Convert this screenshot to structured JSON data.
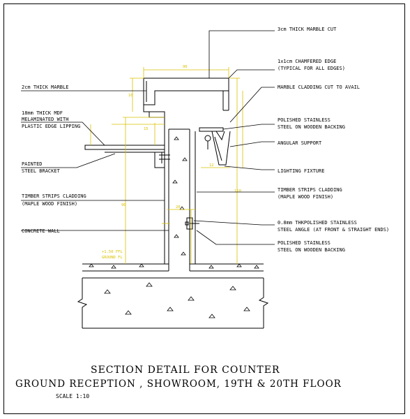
{
  "labels": {
    "marble_cut": "3cm THICK MARBLE CUT",
    "chamfered_1": "1x1cm CHAMFERED EDGE",
    "chamfered_2": "(TYPICAL FOR ALL EDGES)",
    "marble_2cm": "2cm THICK MARBLE",
    "marble_cladding": "MARBLE CLADDING CUT TO AVAIL",
    "mdf_1": "18mm THICK MDF",
    "mdf_2": "MELAMINATED WITH",
    "mdf_3": "PLASTIC EDGE LIPPING",
    "ss_backing_top_1": "POLISHED STAINLESS",
    "ss_backing_top_2": "STEEL ON WOODEN BACKING",
    "angular_support": "ANGULAR SUPPORT",
    "bracket_1": "PAINTED",
    "bracket_2": "STEEL BRACKET",
    "lighting": "LIGHTING FIXTURE",
    "timber_left_1": "TIMBER STRIPS CLADDING",
    "timber_left_2": "(MAPLE WOOD FINISH)",
    "timber_right_1": "TIMBER STRIPS CLADDING",
    "timber_right_2": "(MAPLE WOOD FINISH)",
    "concrete": "CONCRETE WALL",
    "ss_angle_1": "0.8mm THKPOLISHED STAINLESS",
    "ss_angle_2": "STEEL ANGLE (AT FRONT & STRAIGHT ENDS)",
    "ss_backing_bot_1": "POLISHED  STAINLESS",
    "ss_backing_bot_2": "STEEL ON WOODEN BACKING",
    "ffl_1": "+1.50 FFL",
    "ffl_2": "GROUND FL"
  },
  "title": {
    "line1": "SECTION DETAIL FOR  COUNTER",
    "line2": "GROUND RECEPTION , SHOWROOM, 19TH & 20TH FLOOR",
    "scale": "SCALE 1:10"
  },
  "colors": {
    "line": "#000000",
    "dimension": "#d9c000",
    "background": "#ffffff"
  }
}
